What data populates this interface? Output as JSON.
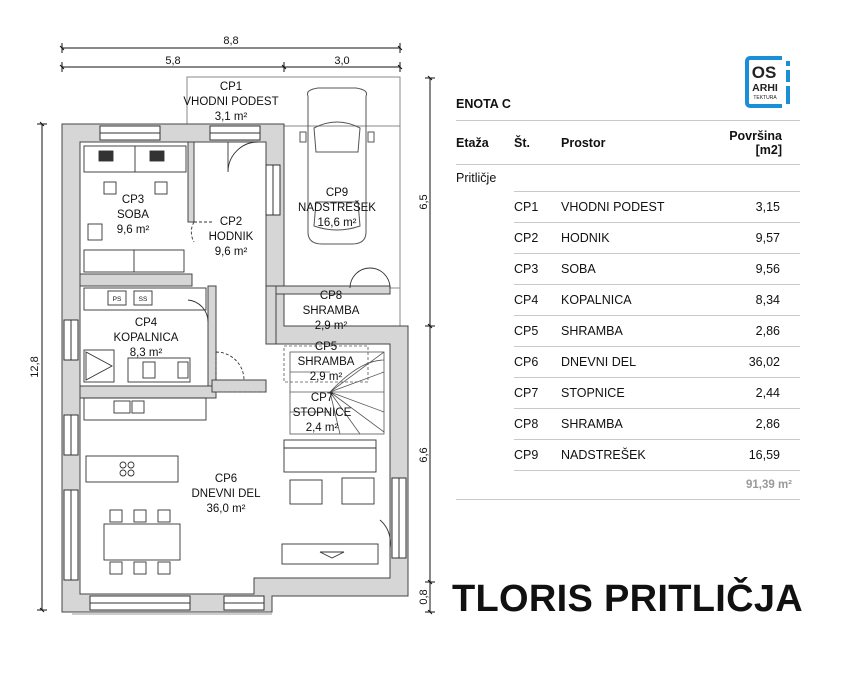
{
  "dimensions": {
    "top_total": "8,8",
    "top_left": "5,8",
    "top_right": "3,0",
    "left_total": "12,8",
    "right_upper": "6,5",
    "right_lower": "6,6",
    "right_bottom": "0,8"
  },
  "rooms": {
    "cp1": {
      "code": "CP1",
      "name": "VHODNI PODEST",
      "area": "3,1 m²"
    },
    "cp2": {
      "code": "CP2",
      "name": "HODNIK",
      "area": "9,6 m²"
    },
    "cp3": {
      "code": "CP3",
      "name": "SOBA",
      "area": "9,6 m²"
    },
    "cp4": {
      "code": "CP4",
      "name": "KOPALNICA",
      "area": "8,3 m²"
    },
    "cp5": {
      "code": "CP5",
      "name": "SHRAMBA",
      "area": "2,9 m²"
    },
    "cp6": {
      "code": "CP6",
      "name": "DNEVNI DEL",
      "area": "36,0 m²"
    },
    "cp7": {
      "code": "CP7",
      "name": "STOPNICE",
      "area": "2,4 m²"
    },
    "cp8": {
      "code": "CP8",
      "name": "SHRAMBA",
      "area": "2,9 m²"
    },
    "cp9": {
      "code": "CP9",
      "name": "NADSTREŠEK",
      "area": "16,6 m²"
    }
  },
  "fixtures": {
    "ps": "PS",
    "ss": "SS"
  },
  "logo": {
    "line1": "OS",
    "line2": "ARHI",
    "line3": "TEKTURA",
    "color": "#1a8fd8"
  },
  "table": {
    "unit_title": "ENOTA C",
    "headers": {
      "floor": "Etaža",
      "no": "Št.",
      "room": "Prostor",
      "area": "Površina [m2]"
    },
    "floor_name": "Pritličje",
    "rows": [
      {
        "no": "CP1",
        "name": "VHODNI PODEST",
        "area": "3,15"
      },
      {
        "no": "CP2",
        "name": "HODNIK",
        "area": "9,57"
      },
      {
        "no": "CP3",
        "name": "SOBA",
        "area": "9,56"
      },
      {
        "no": "CP4",
        "name": "KOPALNICA",
        "area": "8,34"
      },
      {
        "no": "CP5",
        "name": "SHRAMBA",
        "area": "2,86"
      },
      {
        "no": "CP6",
        "name": "DNEVNI DEL",
        "area": "36,02"
      },
      {
        "no": "CP7",
        "name": "STOPNICE",
        "area": "2,44"
      },
      {
        "no": "CP8",
        "name": "SHRAMBA",
        "area": "2,86"
      },
      {
        "no": "CP9",
        "name": "NADSTREŠEK",
        "area": "16,59"
      }
    ],
    "total": "91,39 m²"
  },
  "title": "TLORIS PRITLIČJA"
}
